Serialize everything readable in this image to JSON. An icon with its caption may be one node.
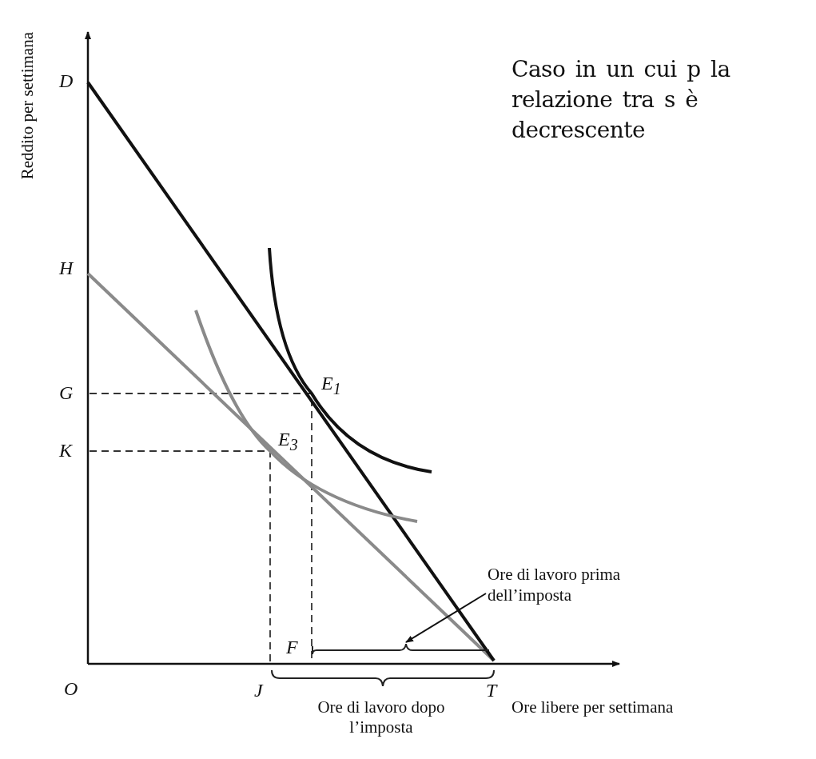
{
  "diagram": {
    "nodes": [
      {
        "text": [
          "Ore di lavoro prima dell’imposta"
        ]
      },
      {
        "text": [],
        "shape": "bracket"
      }
    ],
    "edges": [
      {
        "from": 0,
        "to": 1,
        "arrow": "to"
      }
    ],
    "labels": [
      "Caso in un cui p la relazione tra s è decrescente",
      "Reddito per settimana",
      "D",
      "H",
      "E$_{1}$",
      "G",
      "E$_{3}$",
      "K",
      "F",
      "O",
      "J",
      "T",
      "Ore libere per settimana",
      "Ore di lavoro dopo l’imposta"
    ]
  }
}
